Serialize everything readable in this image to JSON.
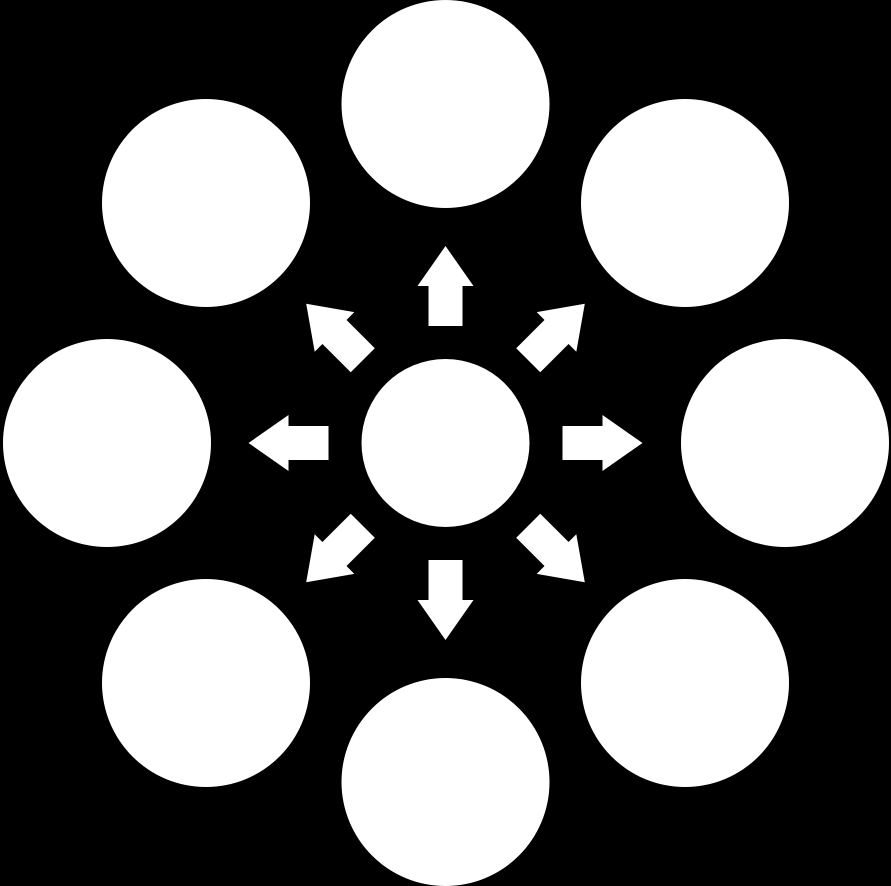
{
  "diagram": {
    "type": "radial-hub",
    "center_node": {
      "label": ""
    },
    "outer_nodes": [
      {
        "label": "",
        "direction": "N"
      },
      {
        "label": "",
        "direction": "NE"
      },
      {
        "label": "",
        "direction": "E"
      },
      {
        "label": "",
        "direction": "SE"
      },
      {
        "label": "",
        "direction": "S"
      },
      {
        "label": "",
        "direction": "SW"
      },
      {
        "label": "",
        "direction": "W"
      },
      {
        "label": "",
        "direction": "NW"
      }
    ],
    "arrow_count": 8,
    "colors": {
      "background": "#000000",
      "node_fill": "#ffffff",
      "arrow_fill": "#ffffff"
    }
  }
}
